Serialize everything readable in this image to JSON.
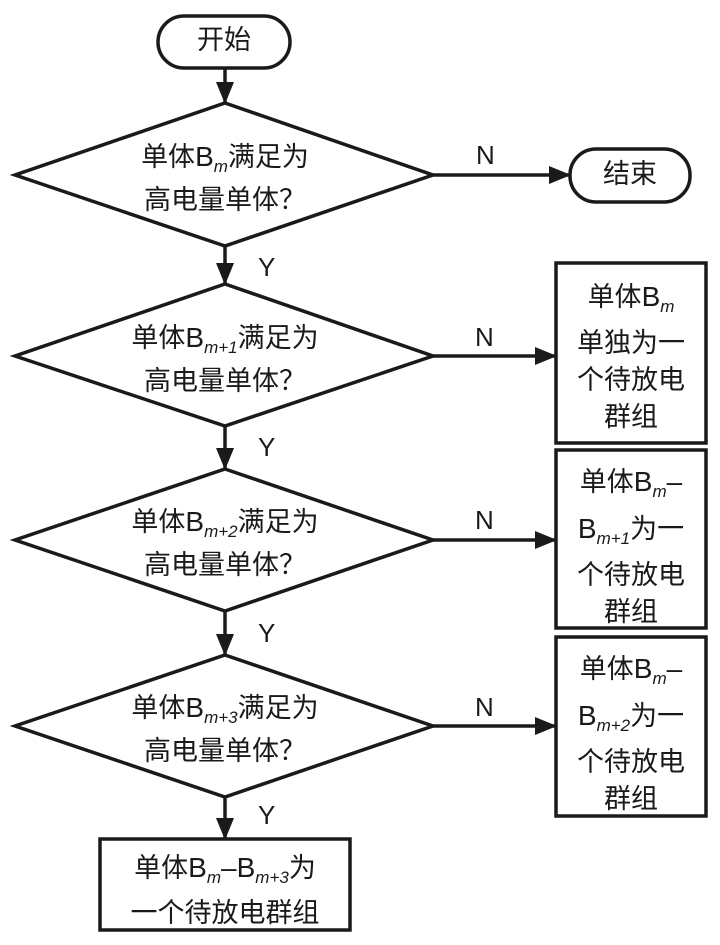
{
  "colors": {
    "stroke": "#1a1a1a",
    "fill": "#ffffff",
    "text": "#1a1a1a"
  },
  "nodes": {
    "start": {
      "type": "terminal",
      "text": "开始"
    },
    "end": {
      "type": "terminal",
      "text": "结束"
    },
    "d1": {
      "type": "decision",
      "line1_pre": "单体",
      "var": "B",
      "sub": "m",
      "line1_post": "满足为",
      "line2": "高电量单体？"
    },
    "d2": {
      "type": "decision",
      "line1_pre": "单体",
      "var": "B",
      "sub": "m+1",
      "line1_post": "满足为",
      "line2": "高电量单体？"
    },
    "d3": {
      "type": "decision",
      "line1_pre": "单体",
      "var": "B",
      "sub": "m+2",
      "line1_post": "满足为",
      "line2": "高电量单体？"
    },
    "d4": {
      "type": "decision",
      "line1_pre": "单体",
      "var": "B",
      "sub": "m+3",
      "line1_post": "满足为",
      "line2": "高电量单体？"
    },
    "p1": {
      "type": "process",
      "line1_pre": "单体",
      "var": "B",
      "sub": "m",
      "line2": "单独为一",
      "line3": "个待放电",
      "line4": "群组"
    },
    "p2": {
      "type": "process",
      "line1_pre": "单体",
      "var1": "B",
      "sub1": "m",
      "dash": "–",
      "var2": "B",
      "sub2": "m+1",
      "line2_post": "为一",
      "line3": "个待放电",
      "line4": "群组"
    },
    "p3": {
      "type": "process",
      "line1_pre": "单体",
      "var1": "B",
      "sub1": "m",
      "dash": "–",
      "var2": "B",
      "sub2": "m+2",
      "line2_post": "为一",
      "line3": "个待放电",
      "line4": "群组"
    },
    "p4": {
      "type": "process",
      "line1_pre": "单体",
      "var1": "B",
      "sub1": "m",
      "dash": "–",
      "var2": "B",
      "sub2": "m+3",
      "line1_post": "为",
      "line2": "一个待放电群组"
    }
  },
  "edges": [
    {
      "from": "start",
      "to": "d1",
      "label": ""
    },
    {
      "from": "d1",
      "to": "end",
      "label": "N"
    },
    {
      "from": "d1",
      "to": "d2",
      "label": "Y"
    },
    {
      "from": "d2",
      "to": "p1",
      "label": "N"
    },
    {
      "from": "d2",
      "to": "d3",
      "label": "Y"
    },
    {
      "from": "d3",
      "to": "p2",
      "label": "N"
    },
    {
      "from": "d3",
      "to": "d4",
      "label": "Y"
    },
    {
      "from": "d4",
      "to": "p3",
      "label": "N"
    },
    {
      "from": "d4",
      "to": "p4",
      "label": "Y"
    }
  ]
}
